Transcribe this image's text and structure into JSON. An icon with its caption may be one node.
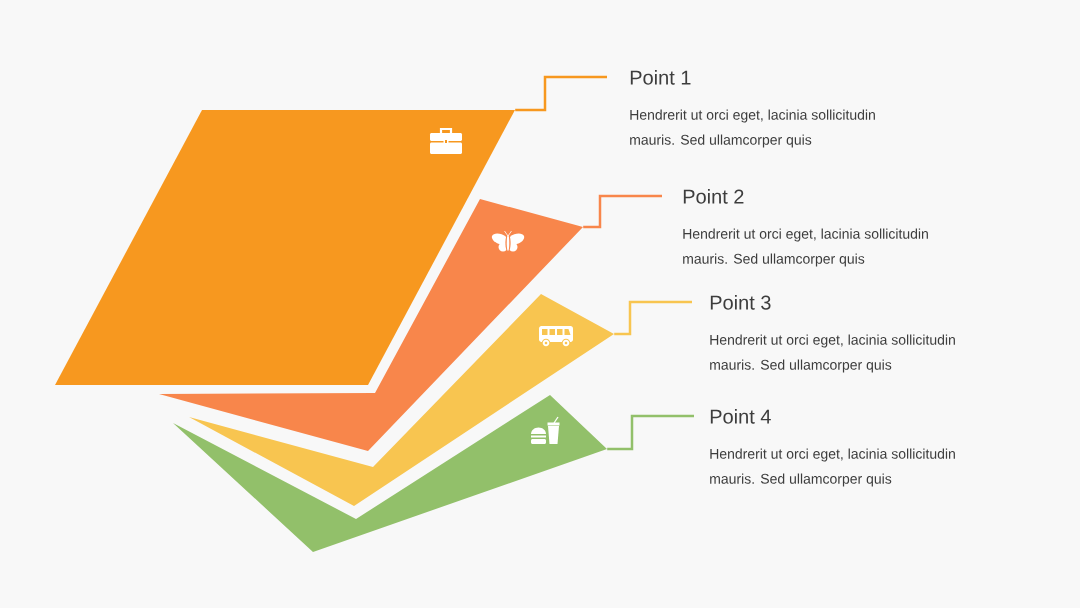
{
  "diagram": {
    "nodes": [
      {
        "text": [],
        "shape": "parallelogram"
      },
      {
        "text": [],
        "shape": "chevron"
      },
      {
        "text": [],
        "shape": "chevron"
      },
      {
        "text": [],
        "shape": "chevron"
      },
      {
        "text": [
          "Point 1",
          "Hendrerit ut orci eget, lacinia sollicitudin mauris. Sed ullamcorper quis"
        ]
      },
      {
        "text": [
          "Point 2",
          "Hendrerit ut orci eget, lacinia sollicitudin mauris. Sed ullamcorper quis"
        ]
      },
      {
        "text": [
          "Point 3",
          "Hendrerit ut orci eget, lacinia sollicitudin mauris. Sed ullamcorper quis"
        ]
      },
      {
        "text": [
          "Point 4",
          "Hendrerit ut orci eget, lacinia sollicitudin mauris. Sed ullamcorper quis"
        ]
      }
    ],
    "edges": [
      {
        "from": 0,
        "to": 4,
        "arrow": "none",
        "color": "#f7981f"
      },
      {
        "from": 1,
        "to": 5,
        "arrow": "none",
        "color": "#f8864b"
      },
      {
        "from": 2,
        "to": 6,
        "arrow": "none",
        "color": "#f8c550"
      },
      {
        "from": 3,
        "to": 7,
        "arrow": "none",
        "color": "#92c06a"
      }
    ]
  }
}
